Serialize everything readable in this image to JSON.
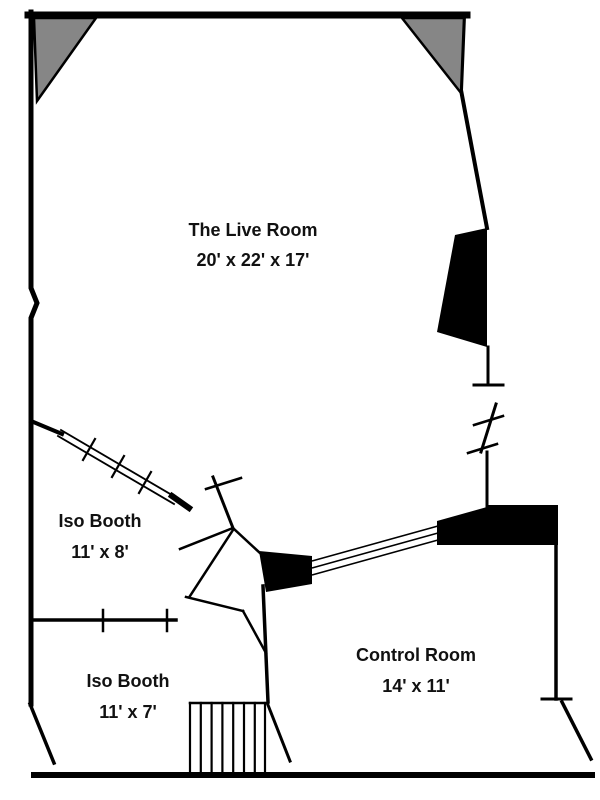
{
  "rooms": {
    "live_room": {
      "name": "The Live Room",
      "dims": "20' x 22' x 17'"
    },
    "iso_booth_upper": {
      "name": "Iso Booth",
      "dims": "11' x 8'"
    },
    "iso_booth_lower": {
      "name": "Iso Booth",
      "dims": "11' x 7'"
    },
    "control_room": {
      "name": "Control Room",
      "dims": "14' x 11'"
    }
  },
  "colors": {
    "wall": "#000000",
    "corner_panel": "#868686",
    "background": "#ffffff"
  }
}
